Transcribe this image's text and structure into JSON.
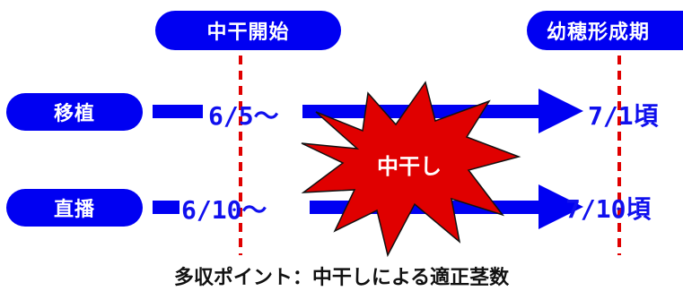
{
  "phases": {
    "mid_drying_start": "中干開始",
    "young_panicle": "幼穂形成期"
  },
  "rows": [
    {
      "label": "移植",
      "start": "6/5〜",
      "end": "7/1頃"
    },
    {
      "label": "直播",
      "start": "6/10〜",
      "end": "7/10頃"
    }
  ],
  "burst_text": "中干し",
  "footer": "多収ポイント：中干しによる適正茎数",
  "colors": {
    "blue": "#0000f2",
    "red": "#e00000",
    "dashed": "#e00000"
  }
}
